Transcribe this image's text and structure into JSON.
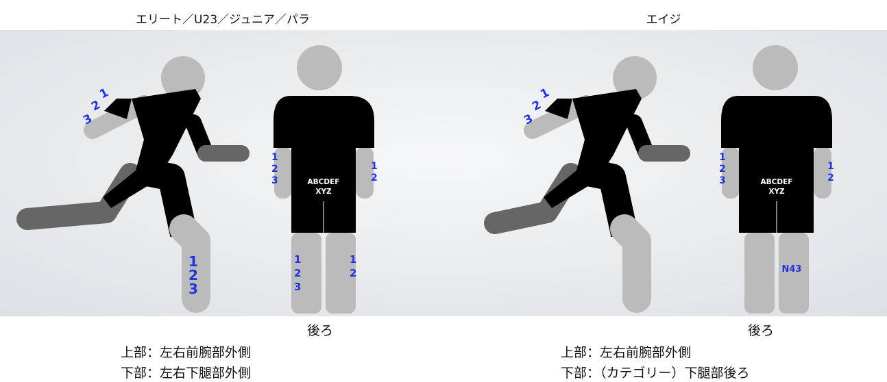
{
  "headers": {
    "left": "エリート／U23／ジュニア／パラ",
    "right": "エイジ"
  },
  "captions": {
    "back_left": "後ろ",
    "back_right": "後ろ",
    "left_upper": "上部：左右前腕部外側",
    "left_lower": "下部：左右下腿部外側",
    "right_upper": "上部：左右前腕部外側",
    "right_lower": "下部：（カテゴリー）下腿部後ろ"
  },
  "markings": {
    "number_digits": [
      "1",
      "2",
      "3"
    ],
    "bib_line1": "ABCDEF",
    "bib_line2": "XYZ",
    "category_tag": "N43"
  },
  "colors": {
    "background_light": "#f2f3f4",
    "background_shade": "#e1e3e5",
    "head_limb_light": "#bbbbbb",
    "limb_dark": "#666666",
    "suit": "#000000",
    "number": "#2233dd"
  }
}
